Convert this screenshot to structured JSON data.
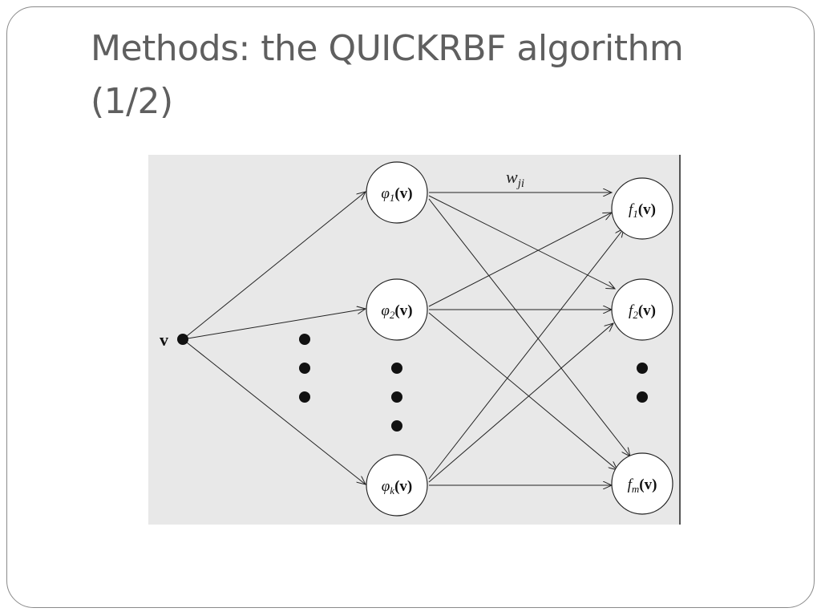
{
  "slide": {
    "title_line1": "Methods: the QUICKRBF algorithm",
    "title_line2": "(1/2)"
  },
  "diagram": {
    "input_label": "v",
    "hidden_nodes": [
      {
        "prefix": "φ",
        "sub": "1",
        "suffix": "(v)"
      },
      {
        "prefix": "φ",
        "sub": "2",
        "suffix": "(v)"
      },
      {
        "prefix": "φ",
        "sub": "k",
        "suffix": "(v)"
      }
    ],
    "output_nodes": [
      {
        "prefix": "f",
        "sub": "1",
        "suffix": "(v)"
      },
      {
        "prefix": "f",
        "sub": "2",
        "suffix": "(v)"
      },
      {
        "prefix": "f",
        "sub": "m",
        "suffix": "(v)"
      }
    ],
    "weight_label": {
      "main": "w",
      "sub": "ji"
    }
  }
}
